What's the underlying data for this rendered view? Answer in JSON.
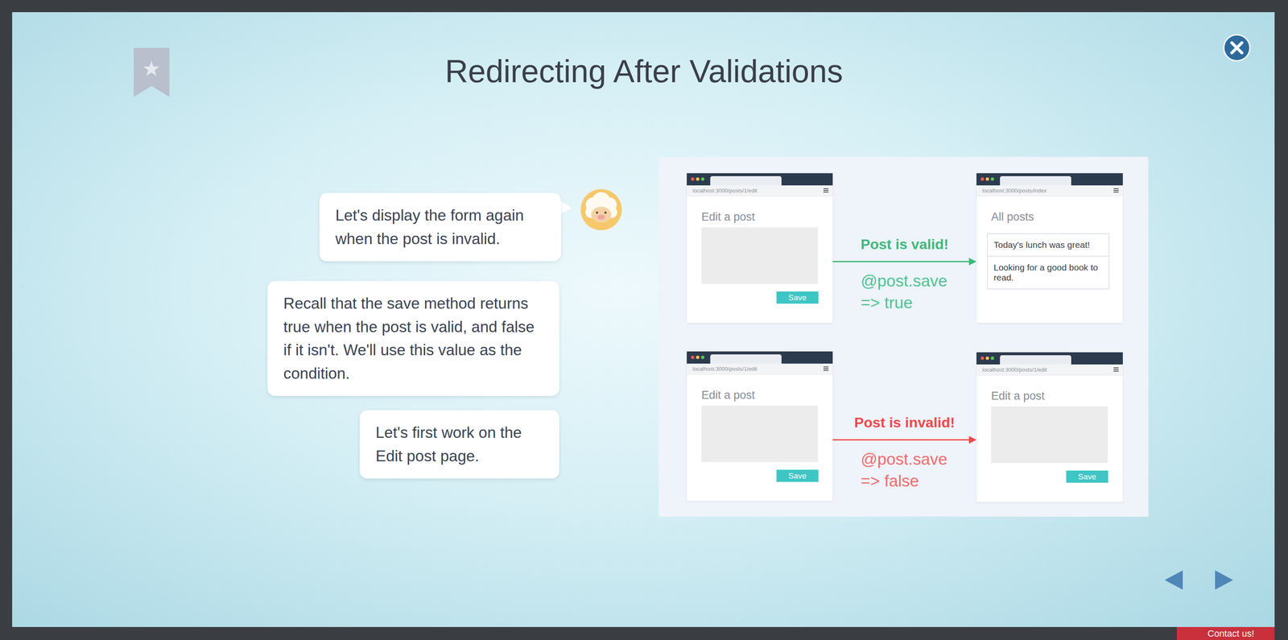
{
  "diagram": {
    "title": "Redirecting After Validations",
    "nodes": [
      {
        "text": [
          "Let's display the form again when the post is invalid."
        ]
      },
      {
        "text": [
          "Recall that the save method returns true when the post is valid, and false if it isn't. We'll use this value as the condition."
        ]
      },
      {
        "text": [
          "Let's first work on the Edit post page."
        ]
      },
      {
        "text": [
          "localhost:3000/posts/1/edit",
          "Edit a post"
        ]
      },
      {
        "text": [
          "Save"
        ],
        "in": 3
      },
      {
        "text": [
          "localhost:3000/posts/index",
          "All posts"
        ]
      },
      {
        "text": [
          "Today's lunch was great!"
        ],
        "in": 5
      },
      {
        "text": [
          "Looking for a good book to read."
        ],
        "in": 5
      },
      {
        "text": [
          "localhost:3000/posts/1/edit",
          "Edit a post"
        ]
      },
      {
        "text": [
          "Save"
        ],
        "in": 8
      },
      {
        "text": [
          "localhost:3000/posts/1/edit",
          "Edit a post"
        ]
      },
      {
        "text": [
          "Save"
        ],
        "in": 10
      }
    ],
    "edges": [
      {
        "from": 3,
        "to": 5,
        "arrow": "to",
        "label": "Post is valid!"
      },
      {
        "from": 8,
        "to": 10,
        "arrow": "to",
        "label": "Post is invalid!"
      }
    ],
    "labels": [
      "@post.save => true",
      "@post.save => false",
      "Contact us!"
    ]
  }
}
